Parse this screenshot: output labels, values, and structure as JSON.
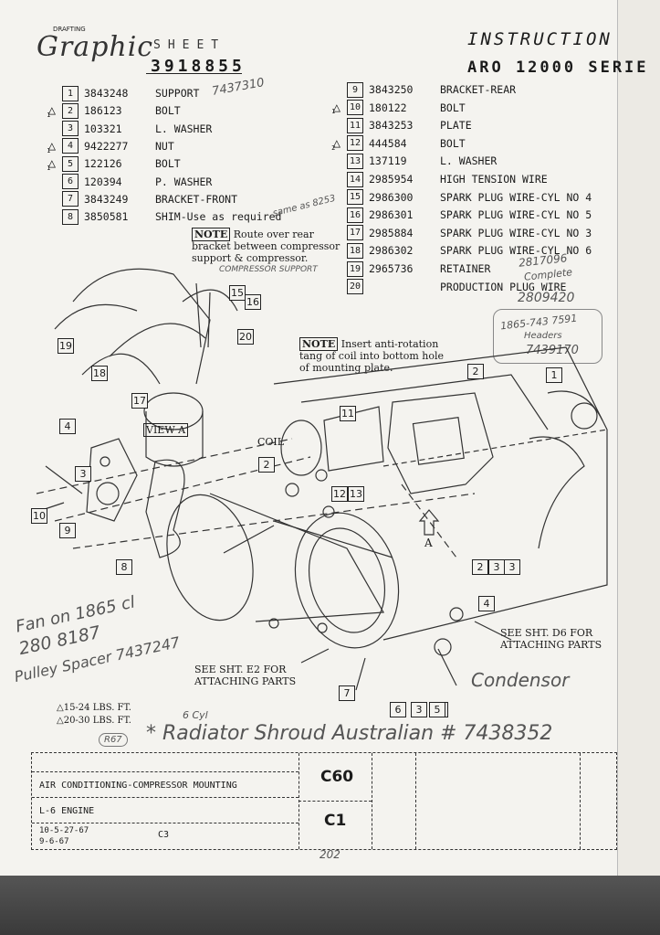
{
  "header": {
    "logo": "Graphic",
    "logo_small": "DRAFTING",
    "sheet_label": "SHEET",
    "drawing_number": "3918855",
    "instruction_title": "INSTRUCTION",
    "series_title": "ARO 12000 SERIE"
  },
  "parts_left": [
    {
      "idx": "1",
      "pn": "3843248",
      "desc": "SUPPORT",
      "tri": ""
    },
    {
      "idx": "2",
      "pn": "186123",
      "desc": "BOLT",
      "tri": "1"
    },
    {
      "idx": "3",
      "pn": "103321",
      "desc": "L. WASHER",
      "tri": ""
    },
    {
      "idx": "4",
      "pn": "9422277",
      "desc": "NUT",
      "tri": "1"
    },
    {
      "idx": "5",
      "pn": "122126",
      "desc": "BOLT",
      "tri": "1"
    },
    {
      "idx": "6",
      "pn": "120394",
      "desc": "P. WASHER",
      "tri": ""
    },
    {
      "idx": "7",
      "pn": "3843249",
      "desc": "BRACKET-FRONT",
      "tri": ""
    },
    {
      "idx": "8",
      "pn": "3850581",
      "desc": "SHIM-Use as required",
      "tri": ""
    }
  ],
  "parts_right": [
    {
      "idx": "9",
      "pn": "3843250",
      "desc": "BRACKET-REAR",
      "tri": ""
    },
    {
      "idx": "10",
      "pn": "180122",
      "desc": "BOLT",
      "tri": "1"
    },
    {
      "idx": "11",
      "pn": "3843253",
      "desc": "PLATE",
      "tri": ""
    },
    {
      "idx": "12",
      "pn": "444584",
      "desc": "BOLT",
      "tri": "2"
    },
    {
      "idx": "13",
      "pn": "137119",
      "desc": "L. WASHER",
      "tri": ""
    },
    {
      "idx": "14",
      "pn": "2985954",
      "desc": "HIGH TENSION WIRE",
      "tri": ""
    },
    {
      "idx": "15",
      "pn": "2986300",
      "desc": "SPARK PLUG WIRE-CYL NO 4",
      "tri": ""
    },
    {
      "idx": "16",
      "pn": "2986301",
      "desc": "SPARK PLUG WIRE-CYL NO 5",
      "tri": ""
    },
    {
      "idx": "17",
      "pn": "2985884",
      "desc": "SPARK PLUG WIRE-CYL NO 3",
      "tri": ""
    },
    {
      "idx": "18",
      "pn": "2986302",
      "desc": "SPARK PLUG WIRE-CYL NO 6",
      "tri": ""
    },
    {
      "idx": "19",
      "pn": "2965736",
      "desc": "RETAINER",
      "tri": ""
    },
    {
      "idx": "20",
      "pn": "",
      "desc": "PRODUCTION PLUG WIRE",
      "tri": ""
    }
  ],
  "notes": {
    "note_word": "NOTE",
    "note1_text": "Route over rear bracket between compressor support & compressor.",
    "note2_text": "Insert anti-rotation tang of coil into bottom hole of mounting plate.",
    "see_d6": "SEE SHT. D6 FOR ATTACHING PARTS",
    "see_e2": "SEE SHT. E2 FOR ATTACHING PARTS",
    "view_a": "VIEW A",
    "coil": "COIL",
    "arrow_a": "A",
    "torque1": "15-24 LBS. FT.",
    "torque2": "20-30 LBS. FT."
  },
  "handwritten": {
    "support_num": "7437310",
    "same_as": "same as 8253",
    "compressor_support": "COMPRESSOR SUPPORT",
    "pn_2817096": "2817096",
    "complete": "Complete",
    "pn_2809420": "2809420",
    "pn_1865": "1865-743 7591",
    "headers": "Headers",
    "pn_7439170": "7439170",
    "fan": "Fan on 1865 cl",
    "pn_2808187": "280 8187",
    "pulley": "Pulley Spacer 7437247",
    "condensor": "Condensor",
    "cyl": "6 Cyl",
    "r67": "R67",
    "radiator": "* Radiator Shroud Australian # 7438352",
    "page": "202"
  },
  "title_block": {
    "title": "AIR CONDITIONING-COMPRESSOR MOUNTING",
    "engine": "L-6 ENGINE",
    "code1": "C60",
    "code2": "C1",
    "date1": "10-5-27-67",
    "date2": "9-6-67",
    "rev": "C3"
  },
  "callouts": [
    "1",
    "2",
    "2",
    "3",
    "3",
    "2",
    "4",
    "4",
    "3",
    "5",
    "6",
    "3",
    "5",
    "7",
    "8",
    "9",
    "10",
    "11",
    "12",
    "13",
    "15",
    "16",
    "17",
    "18",
    "19",
    "20"
  ]
}
